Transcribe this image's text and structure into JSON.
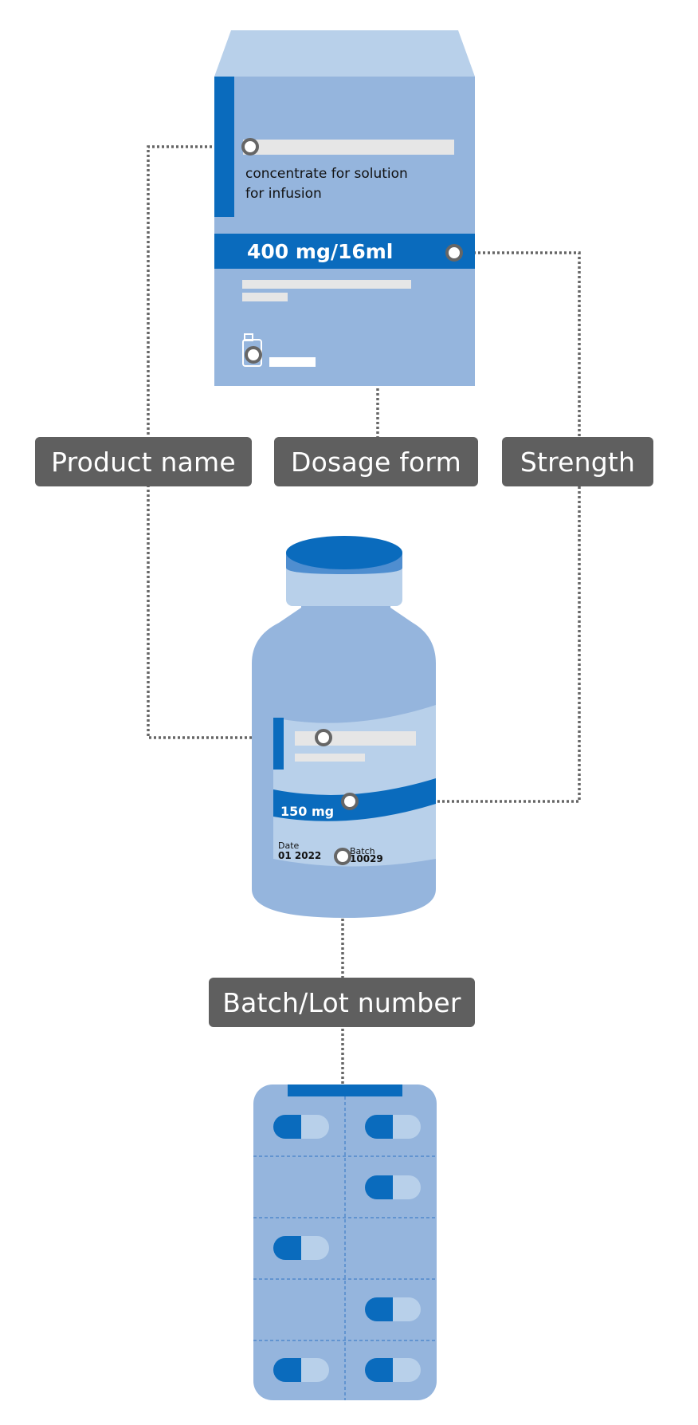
{
  "box": {
    "dosage_form_line1": "concentrate for  solution",
    "dosage_form_line2": "for infusion",
    "strength": "400 mg/16ml"
  },
  "vial": {
    "strength": "150 mg",
    "date_label": "Date",
    "date_value": "01 2022",
    "batch_label": "Batch",
    "batch_value": "10029"
  },
  "labels": {
    "product_name": "Product name",
    "dosage_form": "Dosage form",
    "strength": "Strength",
    "batch_lot": "Batch/Lot number"
  },
  "colors": {
    "package_light": "#95b5dd",
    "package_pale": "#b8d0ea",
    "brand_blue": "#0a6bbd",
    "label_bg": "#5f5f5f",
    "connector": "#666666"
  }
}
